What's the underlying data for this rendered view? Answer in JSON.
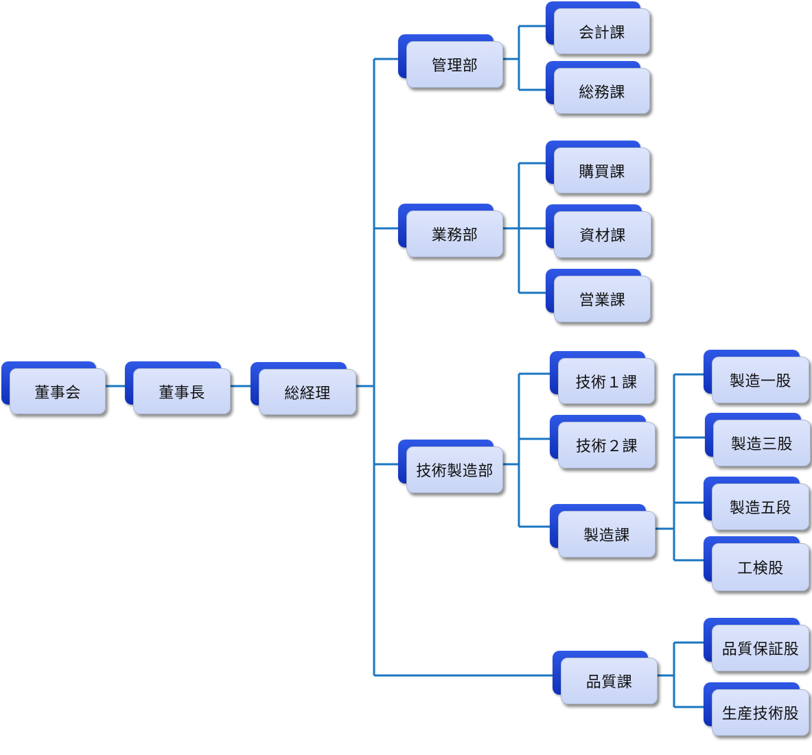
{
  "colors": {
    "connector": "#1976c2",
    "box_back": "#1f3fd0",
    "box_front": "#d6dff8"
  },
  "nodes": {
    "board": "董事会",
    "chairman": "董事長",
    "gm": "総経理",
    "admin": "管理部",
    "accounting": "会計課",
    "general_affairs": "総務課",
    "business": "業務部",
    "purchasing": "購買課",
    "materials": "資材課",
    "sales": "営業課",
    "tech_mfg": "技術製造部",
    "tech1": "技術１課",
    "tech2": "技術２課",
    "mfg": "製造課",
    "mfg_unit1": "製造一股",
    "mfg_unit3": "製造三股",
    "mfg_unit5": "製造五段",
    "inspection": "工検股",
    "qa_section": "品質課",
    "qa_unit": "品質保証股",
    "prod_tech": "生産技術股"
  }
}
